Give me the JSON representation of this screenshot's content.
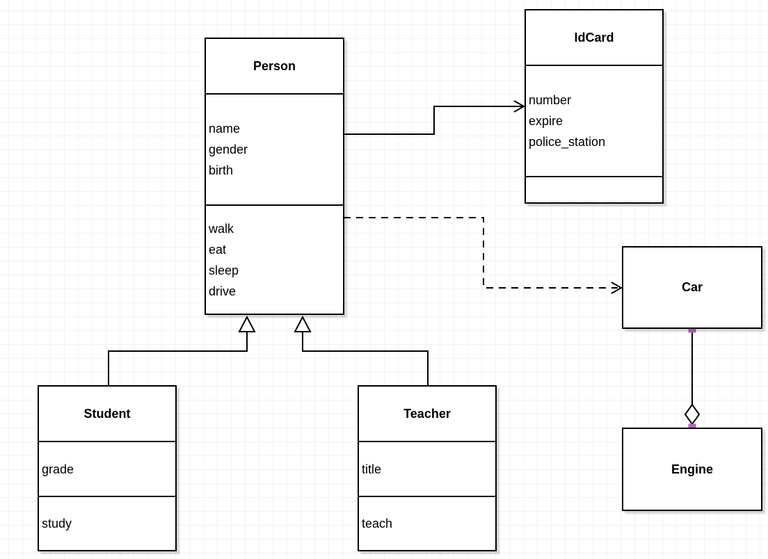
{
  "diagram": {
    "classes": [
      {
        "title": "Person",
        "attributes": [
          "name",
          "gender",
          "birth"
        ],
        "methods": [
          "walk",
          "eat",
          "sleep",
          "drive"
        ]
      },
      {
        "title": "IdCard",
        "attributes": [
          "number",
          "expire",
          "police_station"
        ],
        "methods": []
      },
      {
        "title": "Car",
        "attributes": [],
        "methods": []
      },
      {
        "title": "Engine",
        "attributes": [],
        "methods": []
      },
      {
        "title": "Student",
        "attributes": [
          "grade"
        ],
        "methods": [
          "study"
        ]
      },
      {
        "title": "Teacher",
        "attributes": [
          "title"
        ],
        "methods": [
          "teach"
        ]
      }
    ],
    "relationships": [
      {
        "from": "Person",
        "to": "IdCard",
        "type": "directed-association",
        "line": "solid",
        "arrow": "open"
      },
      {
        "from": "Person",
        "to": "Car",
        "type": "dependency",
        "line": "dashed",
        "arrow": "open"
      },
      {
        "from": "Student",
        "to": "Person",
        "type": "generalization",
        "line": "solid",
        "arrow": "hollow-triangle"
      },
      {
        "from": "Teacher",
        "to": "Person",
        "type": "generalization",
        "line": "solid",
        "arrow": "hollow-triangle"
      },
      {
        "from": "Car",
        "to": "Engine",
        "type": "aggregation",
        "line": "solid",
        "arrow": "hollow-diamond"
      }
    ],
    "colors": {
      "stroke": "#000000",
      "fill": "#ffffff",
      "endpoint_handle": "#b763c3",
      "grid_line": "#f2f2f2",
      "background": "#ffffff",
      "shadow": "#d6d6d6"
    }
  }
}
